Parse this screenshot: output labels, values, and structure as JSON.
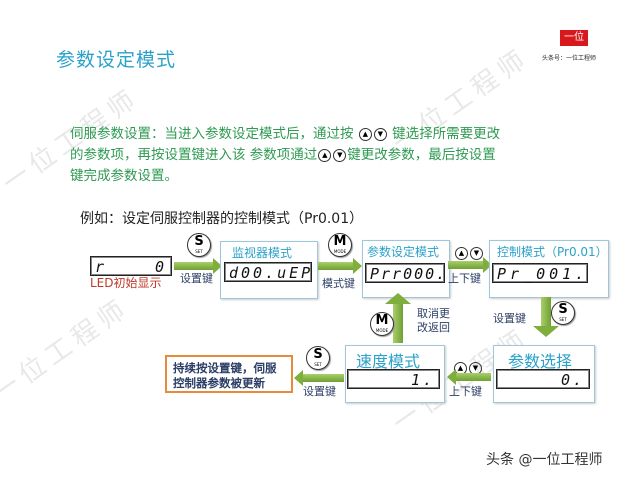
{
  "title": "参数设定模式",
  "logo": {
    "text": "一位",
    "subtitle": "头条号：一位工程师",
    "color": "#d8181c"
  },
  "watermark": "一位工程师",
  "intro": {
    "line1_a": "伺服参数设置：当进入参数设定模式后，通过按",
    "line1_b": "键选择所需要更改",
    "line2_a": "的参数项，再按设置键进入该 参数项通过",
    "line2_b": "键更改参数，最后按设置",
    "line3": "键完成参数设置。"
  },
  "icons": {
    "up": "▲",
    "down": "▼"
  },
  "example": "例如：设定伺服控制器的控制模式（Pr0.01）",
  "diagram": {
    "initial_display": {
      "lcd_left": "r",
      "lcd_right": "0",
      "label": "LED初始显示"
    },
    "monitor_mode": {
      "label": "监视器模式",
      "lcd": "d00.uEP"
    },
    "param_mode": {
      "label": "参数设定模式",
      "lcd": "Prr000."
    },
    "control_mode": {
      "label": "控制模式（Pr0.01）",
      "lcd": "Pr_001."
    },
    "param_select": {
      "label": "参数选择",
      "lcd": "0."
    },
    "speed_mode": {
      "label": "速度模式",
      "lcd": "1."
    },
    "keys": {
      "set_key": "设置键",
      "mode_key": "模式键",
      "updown_key": "上下键",
      "cancel_line1": "取消更",
      "cancel_line2": "改返回"
    },
    "buttons": {
      "s_main": "S",
      "s_sub": "SET",
      "m_main": "M",
      "m_sub": "MODE"
    },
    "note": "持续按设置键，伺服控制器参数被更新"
  },
  "footer": "头条 @一位工程师"
}
